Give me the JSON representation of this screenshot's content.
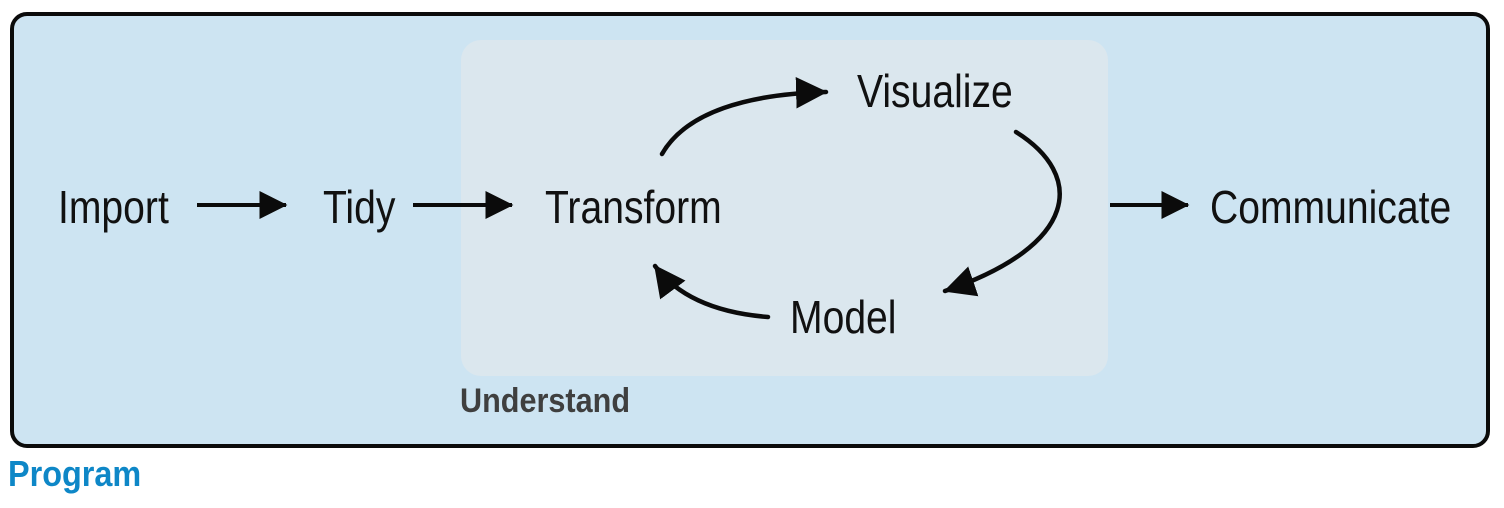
{
  "diagram": {
    "description": "Data science workflow",
    "nodes": {
      "import": {
        "label": "Import"
      },
      "tidy": {
        "label": "Tidy"
      },
      "transform": {
        "label": "Transform"
      },
      "visualize": {
        "label": "Visualize"
      },
      "model": {
        "label": "Model"
      },
      "communicate": {
        "label": "Communicate"
      }
    },
    "groups": {
      "understand": {
        "label": "Understand"
      },
      "program": {
        "label": "Program"
      }
    },
    "edges": [
      {
        "from": "import",
        "to": "tidy",
        "style": "straight"
      },
      {
        "from": "tidy",
        "to": "transform",
        "style": "straight"
      },
      {
        "from": "transform",
        "to": "visualize",
        "style": "curved"
      },
      {
        "from": "visualize",
        "to": "model",
        "style": "curved"
      },
      {
        "from": "model",
        "to": "transform",
        "style": "curved"
      },
      {
        "from": "understand-group",
        "to": "communicate",
        "style": "straight"
      }
    ],
    "colors": {
      "outer_fill": "#cde4f2",
      "inner_fill": "#dbe7ee",
      "border": "#0b0b0b",
      "node_text": "#111111",
      "understand_label": "#3f3f3f",
      "program_label": "#0e87c7",
      "arrow": "#0b0b0b"
    }
  }
}
